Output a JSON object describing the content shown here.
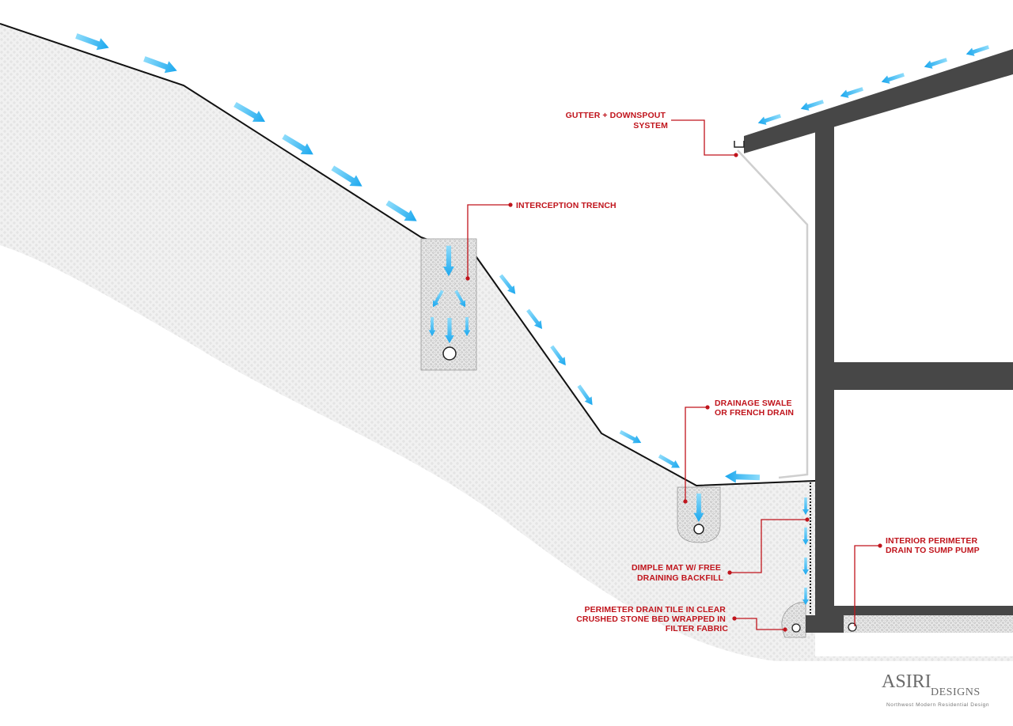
{
  "callouts": {
    "gutter": {
      "line1": "GUTTER + DOWNSPOUT",
      "line2": "SYSTEM"
    },
    "interception_trench": {
      "line1": "INTERCEPTION TRENCH"
    },
    "drainage_swale": {
      "line1": "DRAINAGE SWALE",
      "line2": "OR FRENCH DRAIN"
    },
    "dimple_mat": {
      "line1": "DIMPLE MAT W/ FREE",
      "line2": "DRAINING BACKFILL"
    },
    "perimeter_drain": {
      "line1": "PERIMETER DRAIN TILE IN CLEAR",
      "line2": "CRUSHED STONE BED WRAPPED IN",
      "line3": "FILTER FABRIC"
    },
    "interior_drain": {
      "line1": "INTERIOR PERIMETER",
      "line2": "DRAIN TO SUMP PUMP"
    }
  },
  "logo": {
    "main": "ASIRI",
    "sub": "DESIGNS",
    "tagline": "Northwest Modern Residential Design"
  },
  "colors": {
    "callout": "#c0141c",
    "water_flow": "#29b6f6",
    "structure": "#474747",
    "soil": "#eeeeee"
  },
  "icons": {
    "flow": "water-flow-arrow-icon",
    "pipe": "drain-pipe-icon"
  }
}
